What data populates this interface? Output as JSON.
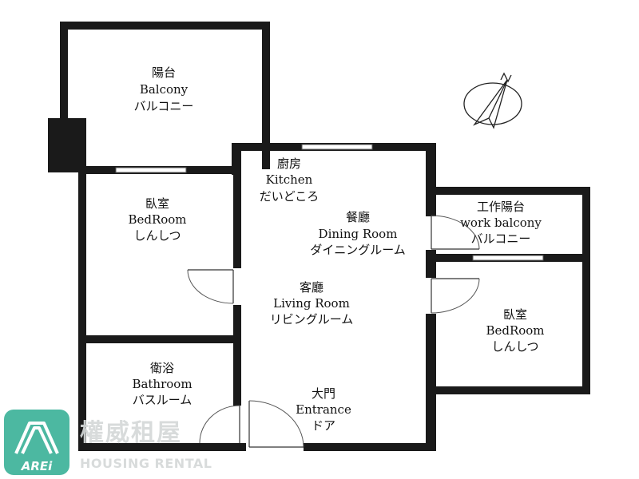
{
  "rooms": {
    "balcony": {
      "zh": "陽台",
      "en": "Balcony",
      "ja": "バルコニー"
    },
    "kitchen": {
      "zh": "廚房",
      "en": "Kitchen",
      "ja": "だいどころ"
    },
    "bedroom_left": {
      "zh": "臥室",
      "en": "BedRoom",
      "ja": "しんしつ"
    },
    "dining": {
      "zh": "餐廳",
      "en": "Dining Room",
      "ja": "ダイニングルーム"
    },
    "work_balcony": {
      "zh": "工作陽台",
      "en": "work balcony",
      "ja": "バルコニー"
    },
    "living": {
      "zh": "客廳",
      "en": "Living Room",
      "ja": "リビングルーム"
    },
    "bedroom_right": {
      "zh": "臥室",
      "en": "BedRoom",
      "ja": "しんしつ"
    },
    "bathroom": {
      "zh": "衛浴",
      "en": "Bathroom",
      "ja": "バスルーム"
    },
    "entrance": {
      "zh": "大門",
      "en": "Entrance",
      "ja": "ドア"
    }
  },
  "compass": {
    "label": "N",
    "icon": "north-arrow-icon"
  },
  "watermark": {
    "brand_cn": "權威租屋",
    "brand_en": "HOUSING RENTAL",
    "mark": "AREi",
    "colors": {
      "mark": "#3db39a",
      "text": "#d5d9d9"
    }
  },
  "colors": {
    "wall": "#1a1a1a",
    "background": "#ffffff"
  }
}
